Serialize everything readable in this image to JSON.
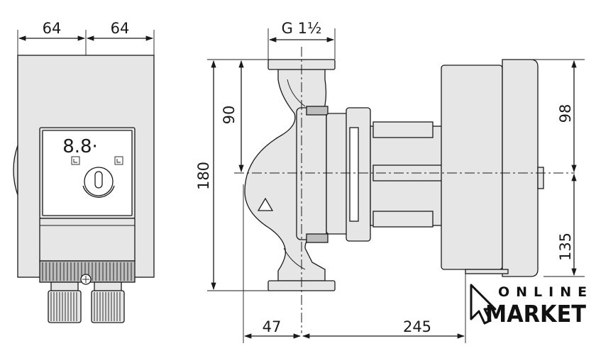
{
  "dimensions": {
    "front_left_width": "64",
    "front_right_width": "64",
    "connection_thread": "G 1½",
    "flange_to_axis": "90",
    "total_height": "180",
    "motor_above_axis": "98",
    "motor_below_axis": "135",
    "axis_offset": "47",
    "motor_depth": "245"
  },
  "display": {
    "readout": "8.8·"
  },
  "logo": {
    "line1": "ONLINE",
    "line2": "MARKET"
  }
}
